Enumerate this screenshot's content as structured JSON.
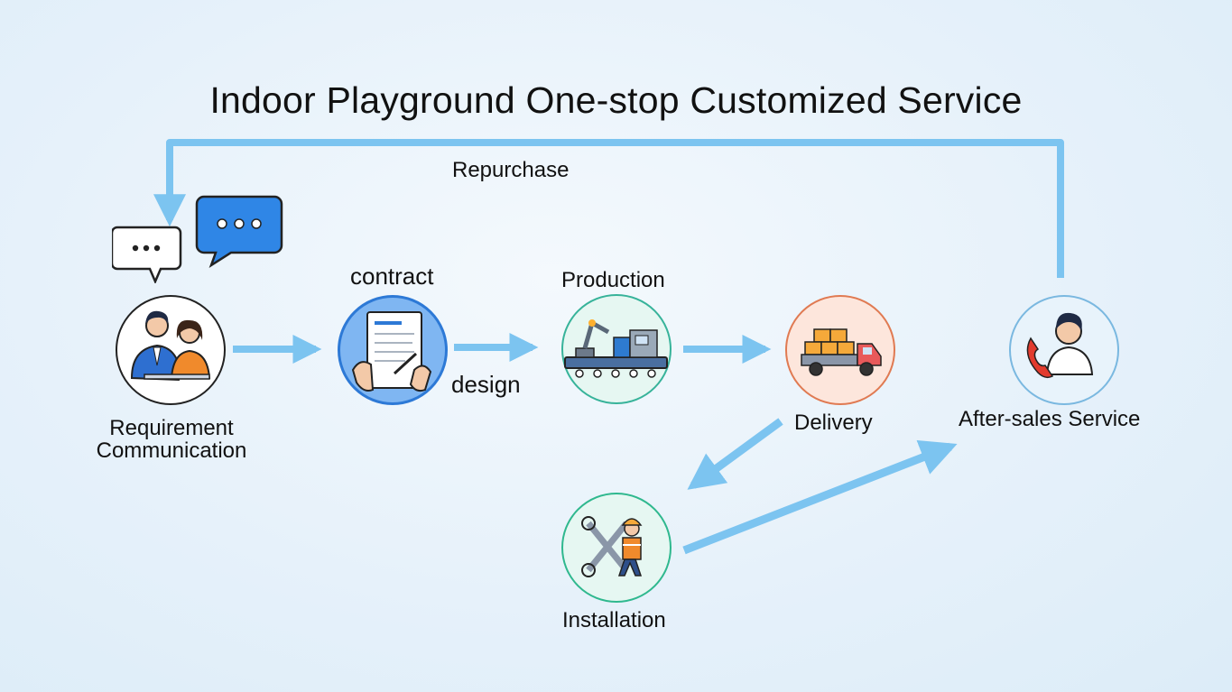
{
  "title": "Indoor Playground One-stop Customized Service",
  "labels": {
    "repurchase": "Repurchase",
    "requirement_line1": "Requirement",
    "requirement_line2": "Communication",
    "contract": "contract",
    "design": "design",
    "production": "Production",
    "delivery": "Delivery",
    "installation": "Installation",
    "after_sales": "After-sales Service"
  },
  "icons": {
    "requirement": "meeting-people-icon",
    "contract": "signing-document-icon",
    "production": "factory-robot-icon",
    "delivery": "delivery-truck-icon",
    "installation": "worker-wrench-icon",
    "after_sales": "support-phone-icon"
  },
  "colors": {
    "arrow": "#7cc4f0",
    "speech_blue": "#2f86e6",
    "contract_ring": "#2d79d6",
    "production_ring": "#37b39a",
    "delivery_ring": "#e07a52",
    "installation_ring": "#2fb88e",
    "after_sales_ring": "#7ab8e0"
  }
}
